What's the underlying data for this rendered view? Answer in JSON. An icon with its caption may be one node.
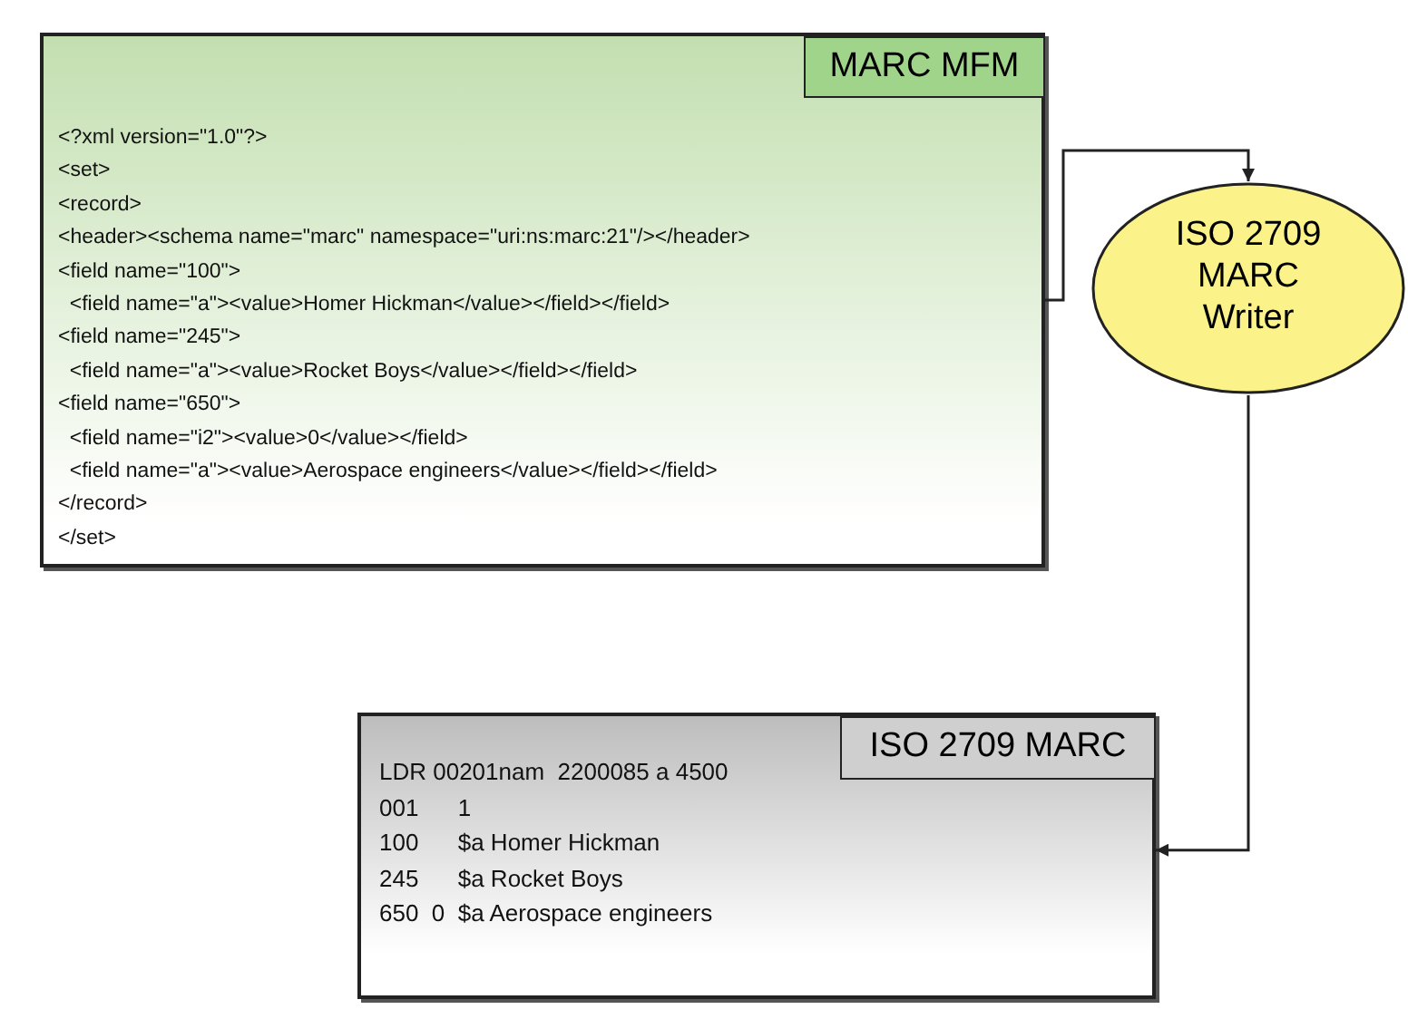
{
  "diagram": {
    "nodes": [
      {
        "text": [
          "MARC MFM",
          "<?xml version=\"1.0\"?>",
          "<set>",
          "<record>",
          "<header><schema name=\"marc\" namespace=\"uri:ns:marc:21\"/></header>",
          "<field name=\"100\">",
          "  <field name=\"a\"><value>Homer Hickman</value></field></field>",
          "<field name=\"245\">",
          "  <field name=\"a\"><value>Rocket Boys</value></field></field>",
          "<field name=\"650\">",
          "  <field name=\"i2\"><value>0</value></field>",
          "  <field name=\"a\"><value>Aerospace engineers</value></field></field>",
          "</record>",
          "</set>"
        ]
      },
      {
        "text": [
          "ISO 2709 MARC Writer"
        ]
      },
      {
        "text": [
          "ISO 2709 MARC",
          "LDR 00201nam  2200085 a 4500",
          "001      1",
          "100      $a Homer Hickman",
          "245      $a Rocket Boys",
          "650  0  $a Aerospace engineers"
        ]
      }
    ],
    "edges": [
      {
        "from": 0,
        "to": 1,
        "arrow": "to"
      },
      {
        "from": 1,
        "to": 2,
        "arrow": "to"
      }
    ]
  }
}
